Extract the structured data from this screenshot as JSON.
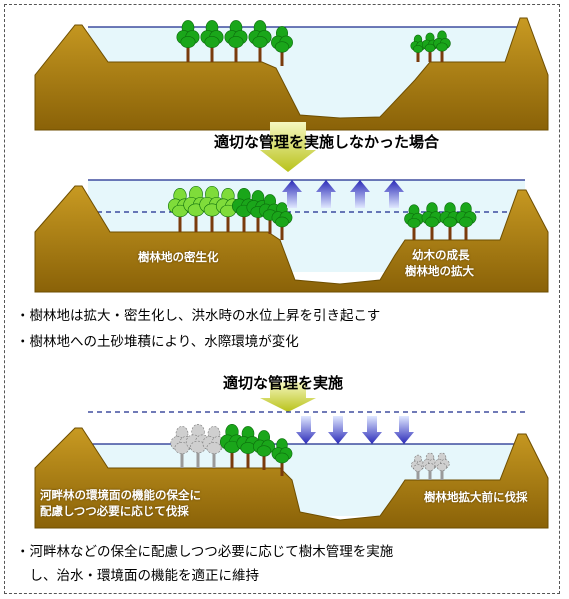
{
  "captions": {
    "no_management": "適切な管理を実施しなかった場合",
    "management": "適切な管理を実施"
  },
  "panel2_labels": {
    "left": "樹林地の密生化",
    "right_line1": "幼木の成長",
    "right_line2": "樹林地の拡大"
  },
  "panel3_labels": {
    "left_line1": "河畔林の環境面の機能の保全に",
    "left_line2": "配慮しつつ必要に応じて伐採",
    "right": "樹林地拡大前に伐採"
  },
  "notes_unmanaged": [
    "・樹林地は拡大・密生化し、洪水時の水位上昇を引き起こす",
    "・樹林地への土砂堆積により、水際環境が変化"
  ],
  "notes_managed": {
    "line1": "・河畔林などの保全に配慮しつつ必要に応じて樹木管理を実施",
    "line2": "　し、治水・環境面の機能を適正に維持"
  },
  "colors": {
    "water": "#e6f7fb",
    "water_line": "#1a2a8c",
    "soil": "#b08418",
    "soil_dark": "#6e4e00",
    "tree_green": "#1aa61a",
    "tree_light": "#7fdc3a",
    "trunk": "#7a3b0c",
    "cut_tree": "#cfcfcf",
    "arrow_down_caption": "#d8de55",
    "arrow_blue": "#3a3ac8"
  }
}
